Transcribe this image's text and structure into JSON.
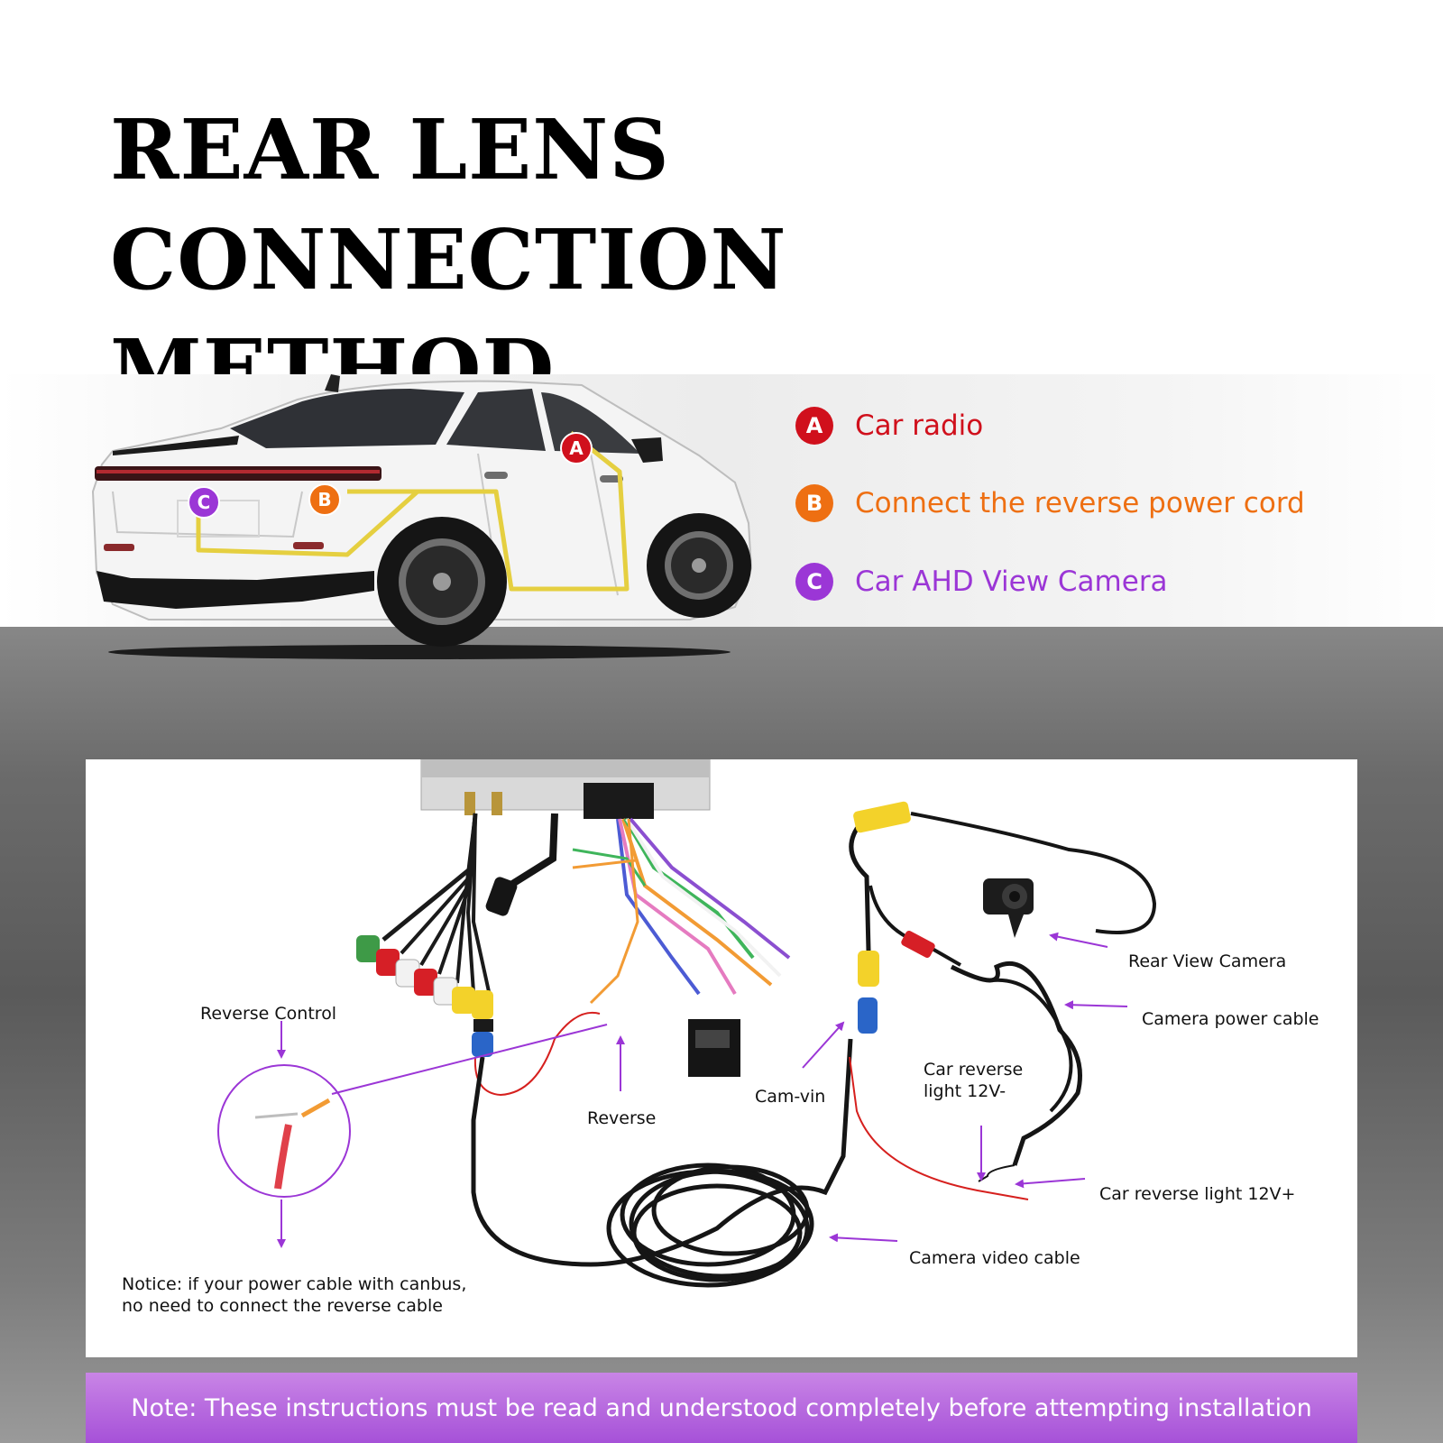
{
  "title": {
    "line1": "REAR LENS CONNECTION",
    "line2": "METHOD"
  },
  "legend": {
    "items": [
      {
        "badge": "A",
        "text": "Car radio",
        "color": "#d0101c"
      },
      {
        "badge": "B",
        "text": "Connect the reverse power cord",
        "color": "#ee6f12"
      },
      {
        "badge": "C",
        "text": "Car AHD View Camera",
        "color": "#9b36d6"
      }
    ]
  },
  "car_markers": [
    "A",
    "B",
    "C"
  ],
  "diagram": {
    "labels": {
      "reverse_control": "Reverse Control",
      "reverse": "Reverse",
      "cam_vin": "Cam-vin",
      "rear_view_camera": "Rear View Camera",
      "camera_power_cable": "Camera power cable",
      "car_reverse_light_neg": [
        "Car reverse",
        "light 12V-"
      ],
      "car_reverse_light_pos": "Car reverse light 12V+",
      "camera_video_cable": "Camera video cable"
    },
    "notice": [
      "Notice: if your power cable with canbus,",
      "no need to connect the reverse cable"
    ]
  },
  "footer_note": "Note: These instructions must be read and understood completely before attempting installation",
  "colors": {
    "arrow": "#9b36d6",
    "route_line": "#e5cf40",
    "grey_band": "#6b6b6b"
  }
}
